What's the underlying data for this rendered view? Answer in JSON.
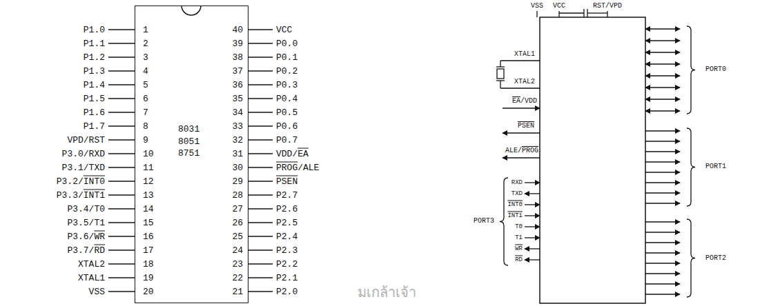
{
  "diagram": {
    "nodes": [
      {
        "text": [
          "8031 8051 8751"
        ]
      }
    ],
    "labels": [
      "P1.0",
      "1",
      "P1.1",
      "2",
      "P1.2",
      "3",
      "P1.3",
      "4",
      "P1.4",
      "5",
      "P1.5",
      "6",
      "P1.6",
      "7",
      "P1.7",
      "8",
      "VPD/RST",
      "9",
      "P3.0/RXD",
      "10",
      "P3.1/TXD",
      "11",
      "P3.2/INT0",
      "12",
      "P3.3/INT1",
      "13",
      "P3.4/T0",
      "14",
      "P3.5/T1",
      "15",
      "P3.6/WR",
      "16",
      "P3.7/RD",
      "17",
      "XTAL2",
      "18",
      "XTAL1",
      "19",
      "VSS",
      "20",
      "40",
      "VCC",
      "39",
      "P0.0",
      "38",
      "P0.1",
      "37",
      "P0.2",
      "36",
      "P0.3",
      "35",
      "P0.4",
      "34",
      "P0.5",
      "33",
      "P0.6",
      "32",
      "P0.7",
      "31",
      "VDD/EA",
      "30",
      "PROG/ALE",
      "29",
      "PSEN",
      "28",
      "P2.7",
      "27",
      "P2.6",
      "26",
      "P2.5",
      "25",
      "P2.4",
      "24",
      "P2.3",
      "23",
      "P2.2",
      "22",
      "P2.1",
      "21",
      "P2.0",
      "VSS",
      "VCC",
      "RST/VPD",
      "XTAL1",
      "XTAL2",
      "EA/VDD",
      "PSEN",
      "ALE/PROG",
      "PORT3",
      "RXD",
      "TXD",
      "INT0",
      "INT1",
      "T0",
      "T1",
      "WR",
      "RD",
      "PORT0",
      "PORT1",
      "PORT2",
      "มเกล้าเจ้า"
    ]
  }
}
